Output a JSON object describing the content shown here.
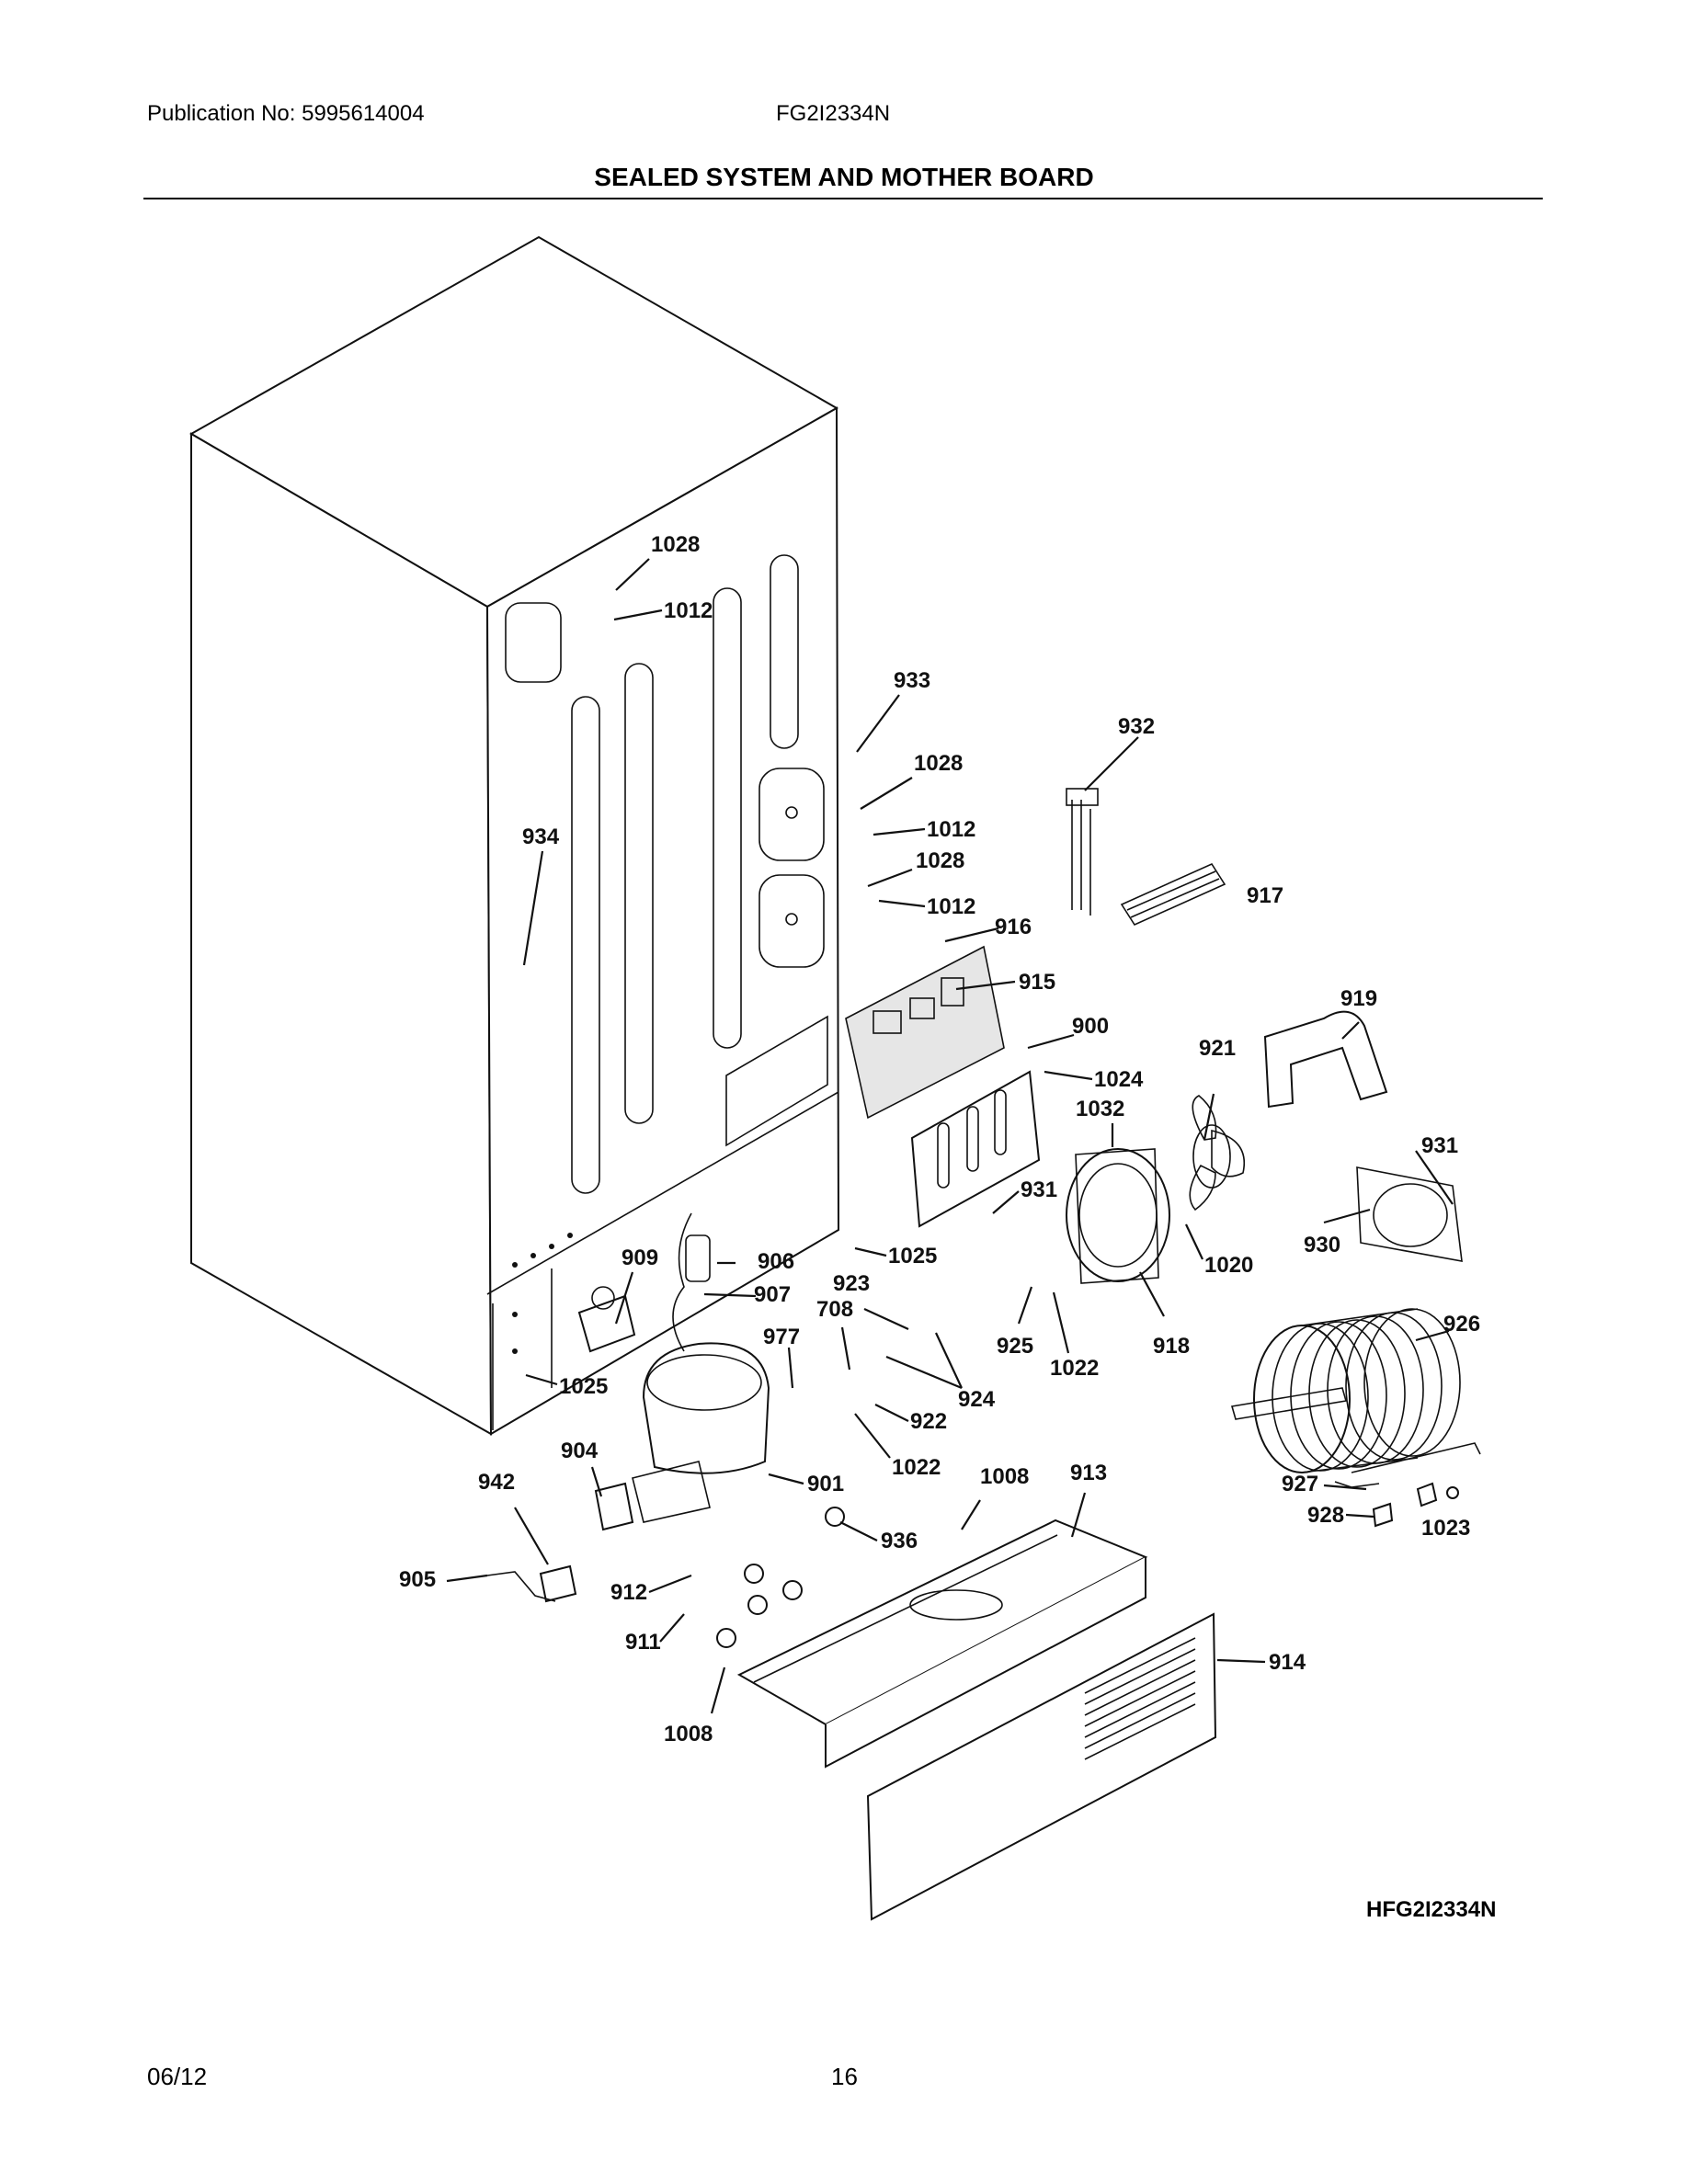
{
  "header": {
    "publication": "Publication No: 5995614004",
    "model": "FG2I2334N",
    "title": "SEALED SYSTEM AND MOTHER BOARD"
  },
  "diagram": {
    "id_label": "HFG2I2334N",
    "callouts": [
      "1028",
      "1012",
      "933",
      "1028",
      "1012",
      "1028",
      "1012",
      "934",
      "932",
      "917",
      "916",
      "915",
      "900",
      "1024",
      "1032",
      "919",
      "921",
      "931",
      "931",
      "930",
      "1020",
      "1025",
      "909",
      "906",
      "907",
      "923",
      "708",
      "977",
      "924",
      "925",
      "1022",
      "918",
      "926",
      "1025",
      "922",
      "1022",
      "904",
      "942",
      "901",
      "1008",
      "913",
      "927",
      "928",
      "1023",
      "905",
      "936",
      "912",
      "911",
      "914",
      "1008"
    ]
  },
  "footer": {
    "date": "06/12",
    "page": "16"
  }
}
